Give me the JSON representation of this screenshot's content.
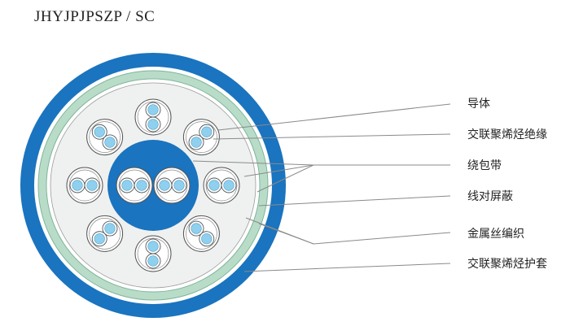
{
  "title": "JHYJPJPSZP / SC",
  "labels": [
    "导体",
    "交联聚烯烃绝缘",
    "绕包带",
    "线对屏蔽",
    "金属丝编织",
    "交联聚烯烃护套"
  ],
  "colors": {
    "outer_sheath": "#1a74bf",
    "braid": "#b8dcc8",
    "tape": "#f2f2f2",
    "pair_fill": "#ffffff",
    "conductor": "#8fd0ef",
    "core": "#1a74bf",
    "leader_line": "#8a8a8a"
  }
}
